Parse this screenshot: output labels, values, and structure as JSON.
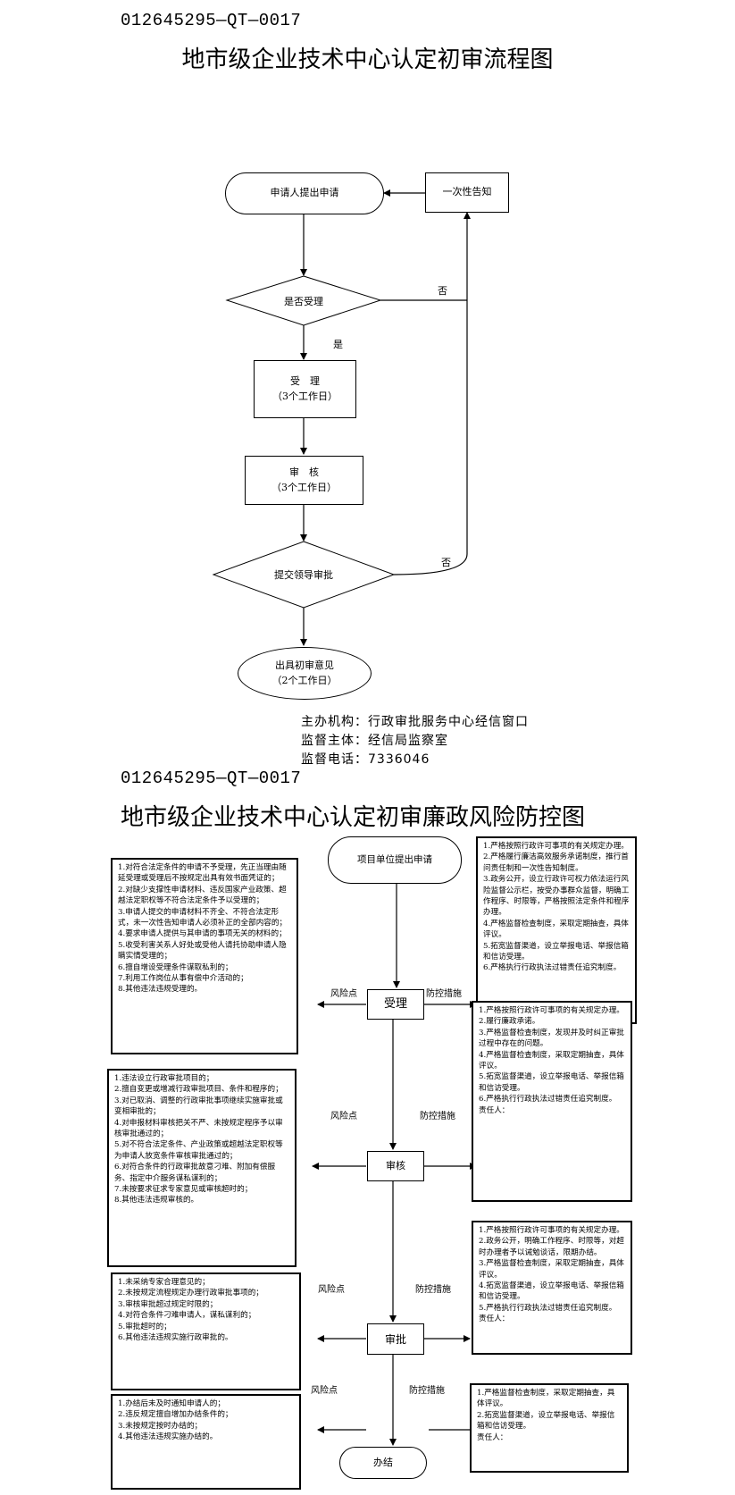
{
  "page1": {
    "doc_no": "012645295—QT—0017",
    "title": "地市级企业技术中心认定初审流程图",
    "nodes": {
      "start": "申请人提出申请",
      "notice": "一次性告知",
      "decision_accept": "是否受理",
      "yes": "是",
      "no1": "否",
      "accept": "受　理",
      "accept_days": "（3个工作日）",
      "review": "审　核",
      "review_days": "（3个工作日）",
      "submit": "提交领导审批",
      "no2": "否",
      "opinion": "出具初审意见",
      "opinion_days": "（2个工作日）"
    },
    "info": {
      "organizer": "主办机构：行政审批服务中心经信窗口",
      "supervisor": "监督主体：经信局监察室",
      "phone": "监督电话：7336046"
    }
  },
  "page2": {
    "doc_no": "012645295—QT—0017",
    "title": "地市级企业技术中心认定初审廉政风险防控图",
    "start": "项目单位提出申请",
    "steps": {
      "accept": "受理",
      "review": "审核",
      "approve": "审批",
      "finish": "办结"
    },
    "risk_label": "风险点",
    "measure_label": "防控措施",
    "risk_accept": [
      "1.对符合法定条件的申请不予受理，先正当理由随延受理或受理后不按规定出具有效书面凭证的；",
      "2.对缺少支撑性申请材料、违反国家产业政策、超越法定职权等不符合法定条件予以受理的；",
      "3.申请人提交的申请材料不齐全、不符合法定形式，未一次性告知申请人必须补正的全部内容的；",
      "4.要求申请人提供与其申请的事项无关的材料的；",
      "5.收受利害关系人好处或受他人请托协助申请人隐瞒实情受理的；",
      "6.擅自增设受理条件谋取私利的；",
      "7.利用工作岗位从事有偿中介活动的；",
      "8.其他违法违规受理的。"
    ],
    "measure_accept": [
      "1.严格按照行政许可事项的有关规定办理。",
      "2.严格履行廉洁高效服务承诺制度，推行首问责任制和一次性告知制度。",
      "3.政务公开，设立行政许可权力依法运行风险监督公示栏，按受办事群众监督，明确工作程序、时限等，严格按照法定条件和程序办理。",
      "4.严格监督检查制度，采取定期抽查，具体评议。",
      "5.拓宽监督渠道，设立举报电话、举报信箱和信访受理。",
      "6.严格执行行政执法过错责任追究制度。"
    ],
    "risk_review": [
      "1.违法设立行政审批项目的；",
      "2.擅自变更或增减行政审批项目、条件和程序的；",
      "3.对已取消、调整的行政审批事项继续实施审批或变相审批的；",
      "4.对申报材料审核把关不严、未按规定程序予以审核审批通过的；",
      "5.对不符合法定条件、产业政策或超越法定职权等为申请人放宽条件审核审批通过的；",
      "6.对符合条件的行政审批故意刁难、附加有偿服务、指定中介服务谋私谋利的；",
      "7.未按要求征求专家意见或审核超时的；",
      "8.其他违法违规审核的。"
    ],
    "measure_review": [
      "1.严格按照行政许可事项的有关规定办理。",
      "2.履行廉政承诺。",
      "3.严格监督检查制度，发现并及时纠正审批过程中存在的问题。",
      "4.严格监督检查制度，采取定期抽查，具体评议。",
      "5.拓宽监督渠道，设立举报电话、举报信箱和信访受理。",
      "6.严格执行行政执法过错责任追究制度。",
      "责任人："
    ],
    "risk_approve": [
      "1.未采纳专家合理意见的；",
      "2.未按规定流程规定办理行政审批事项的；",
      "3.审核审批超过规定时限的；",
      "4.对符合条件刁难申请人，谋私谋利的；",
      "5.审批超时的；",
      "6.其他违法违规实施行政审批的。"
    ],
    "measure_approve": [
      "1.严格按照行政许可事项的有关规定办理。",
      "2.政务公开，明确工作程序、时限等，对超时办理者予以诫勉谈话，限期办结。",
      "3.严格监督检查制度，采取定期抽查，具体评议。",
      "4.拓宽监督渠道，设立举报电话、举报信箱和信访受理。",
      "5.严格执行行政执法过错责任追究制度。",
      "责任人："
    ],
    "risk_finish": [
      "1.办结后未及时通知申请人的；",
      "2.违反规定擅自增加办结条件的；",
      "3.未按规定按时办结的；",
      "4.其他违法违规实施办结的。"
    ],
    "measure_finish": [
      "1.严格监督检查制度，采取定期抽查，具体评议。",
      "2.拓宽监督渠道，设立举报电话、举报信箱和信访受理。",
      "责任人："
    ]
  }
}
